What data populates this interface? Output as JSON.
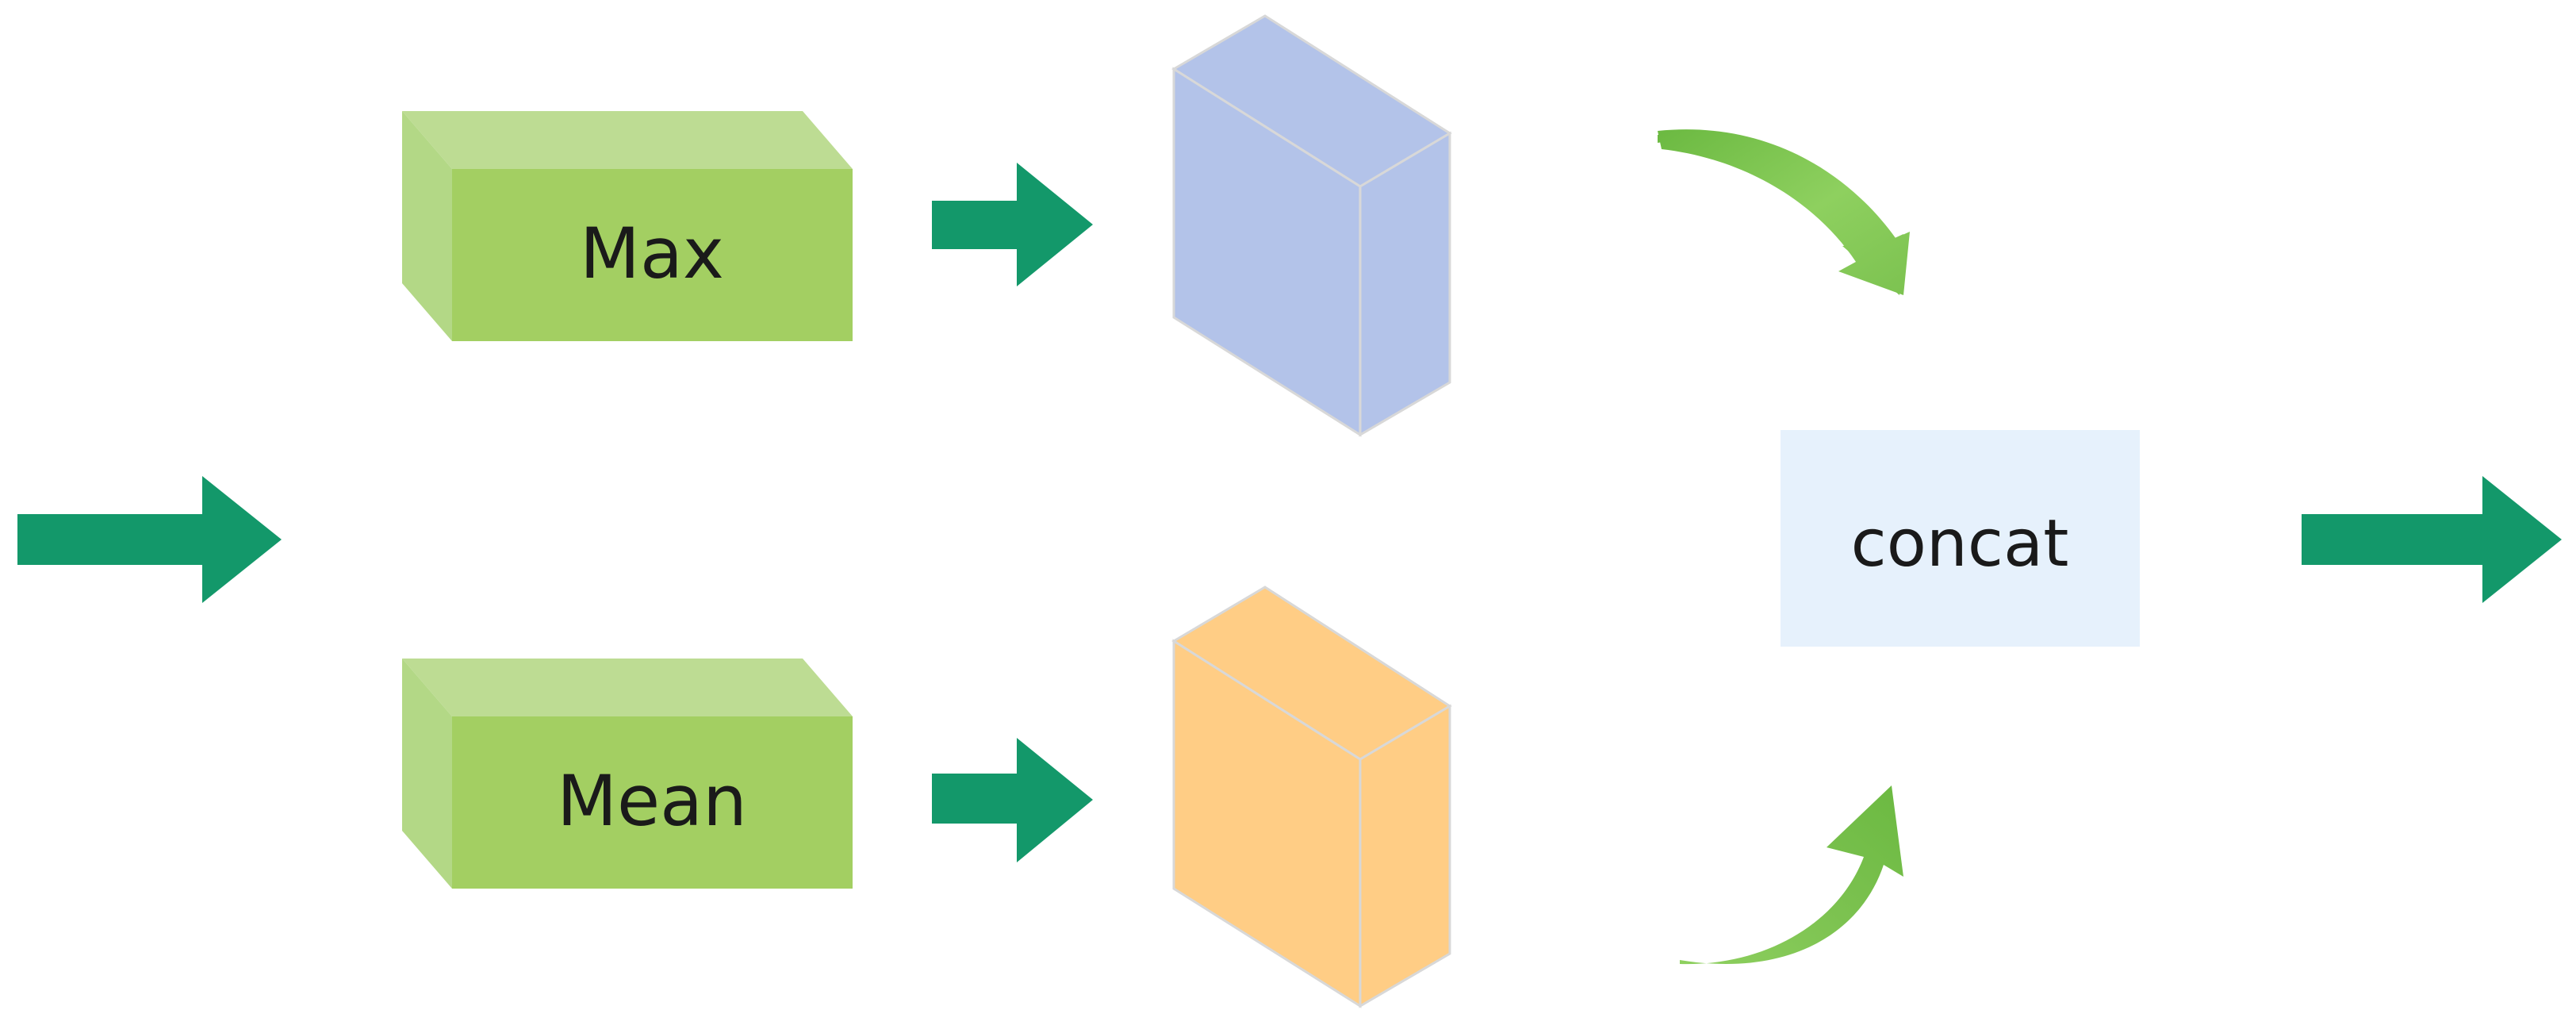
{
  "diagram": {
    "max_label": "Max",
    "mean_label": "Mean",
    "concat_label": "concat"
  },
  "colors": {
    "background": "#ffffff",
    "arrow": "#13986a",
    "green_box_front": "#a3cf62",
    "green_box_top": "#bddc93",
    "green_box_side": "#b3d886",
    "blue_block": "#b3c3e9",
    "orange_block": "#ffcd85",
    "block_edge": "#d8d8d8",
    "concat_bg": "#e6f1fc",
    "curved_arrow_light": "#8ed05f",
    "curved_arrow_dark": "#6bb941"
  },
  "icons": {
    "straight_arrow": "right-arrow-icon",
    "curved_arrow": "curved-arrow-icon",
    "block": "3d-block-icon"
  }
}
